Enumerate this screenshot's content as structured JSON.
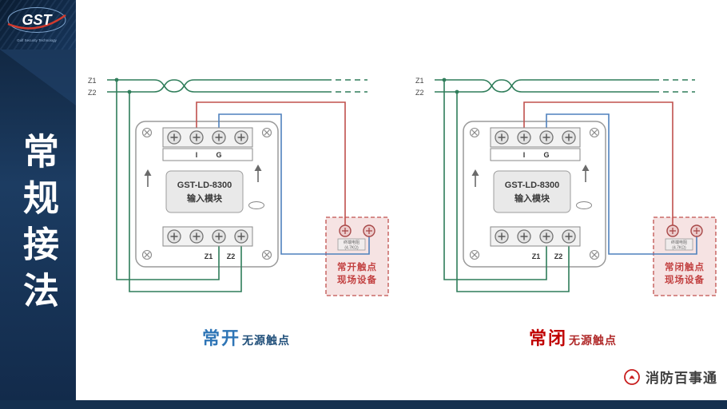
{
  "colors": {
    "sidebar_bg": "#15304f",
    "wire_green": "#2f7d5a",
    "wire_red": "#c0504d",
    "wire_blue": "#4f81bd",
    "device_accent": "#c0504d",
    "caption_open": "#2e75b6",
    "caption_closed": "#c00000"
  },
  "sidebar": {
    "logo_text": "GST",
    "logo_tagline": "Gulf Security Technology",
    "title": "常规接法"
  },
  "diagrams": [
    {
      "bus": {
        "z1": "Z1",
        "z2": "Z2"
      },
      "module": {
        "model": "GST-LD-8300",
        "name": "输入模块",
        "terminal_i": "I",
        "terminal_g": "G",
        "terminal_z1": "Z1",
        "terminal_z2": "Z2"
      },
      "device": {
        "resistor_name": "终端电阻",
        "resistor_value": "(4.7KΩ)",
        "label_line1": "常开触点",
        "label_line2": "现场设备"
      },
      "caption_em": "常开",
      "caption_rest": "无源触点"
    },
    {
      "bus": {
        "z1": "Z1",
        "z2": "Z2"
      },
      "module": {
        "model": "GST-LD-8300",
        "name": "输入模块",
        "terminal_i": "I",
        "terminal_g": "G",
        "terminal_z1": "Z1",
        "terminal_z2": "Z2"
      },
      "device": {
        "resistor_name": "终端电阻",
        "resistor_value": "(4.7KΩ)",
        "label_line1": "常闭触点",
        "label_line2": "现场设备"
      },
      "caption_em": "常闭",
      "caption_rest": "无源触点"
    }
  ],
  "footer": {
    "brand": "消防百事通"
  }
}
